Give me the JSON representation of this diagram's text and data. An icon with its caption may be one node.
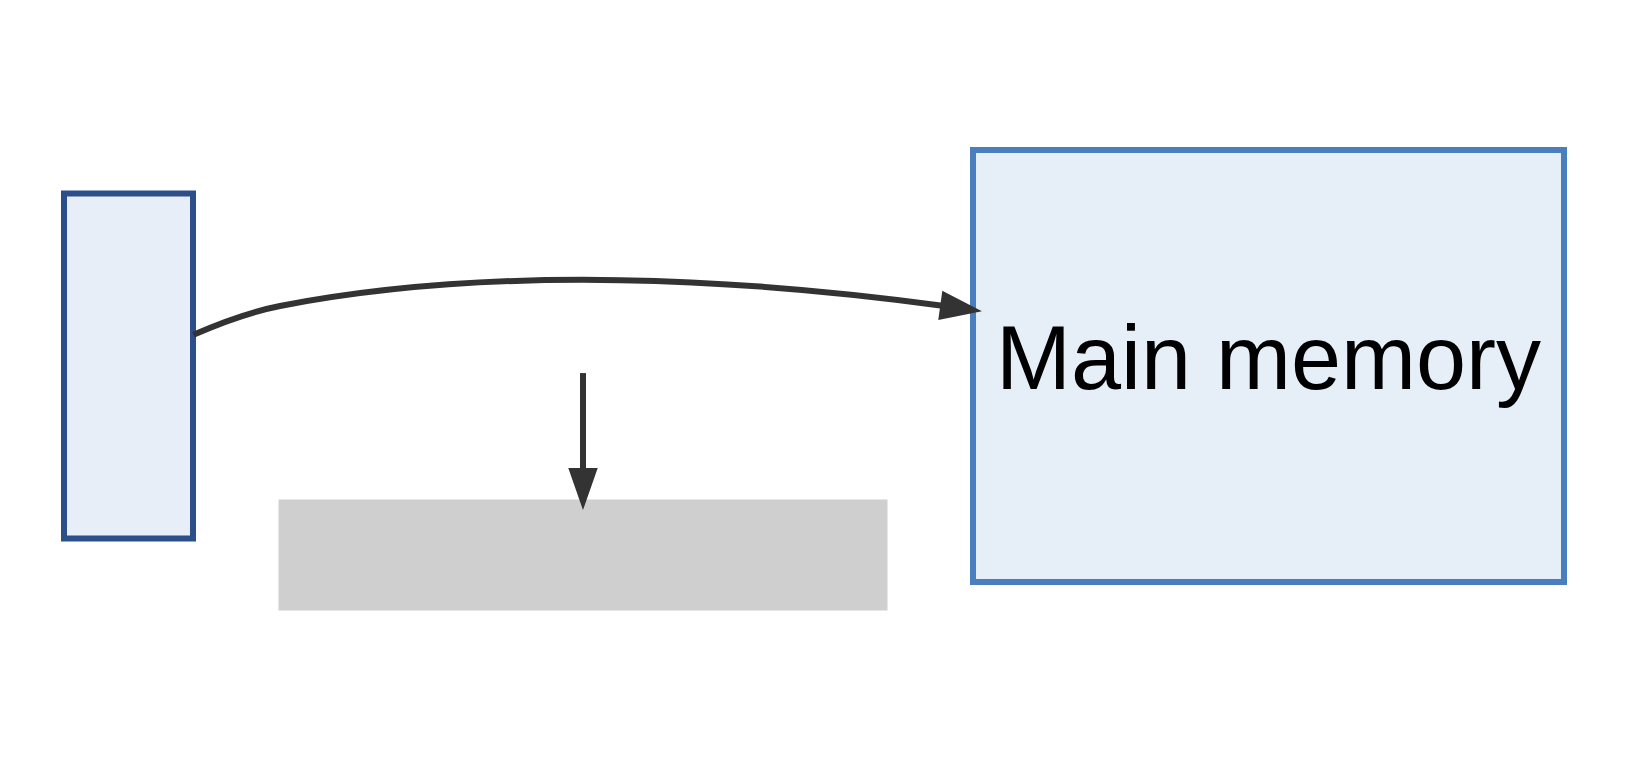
{
  "diagram": {
    "nodes": [
      {
        "text": [],
        "shape": "box"
      },
      {
        "text": [
          "Main memory"
        ]
      },
      {
        "text": [],
        "shape": "arrow"
      }
    ],
    "edges": [
      {
        "from": 0,
        "to": 1,
        "arrow": "to"
      },
      {
        "from": null,
        "to": 2,
        "arrow": "to"
      }
    ]
  }
}
